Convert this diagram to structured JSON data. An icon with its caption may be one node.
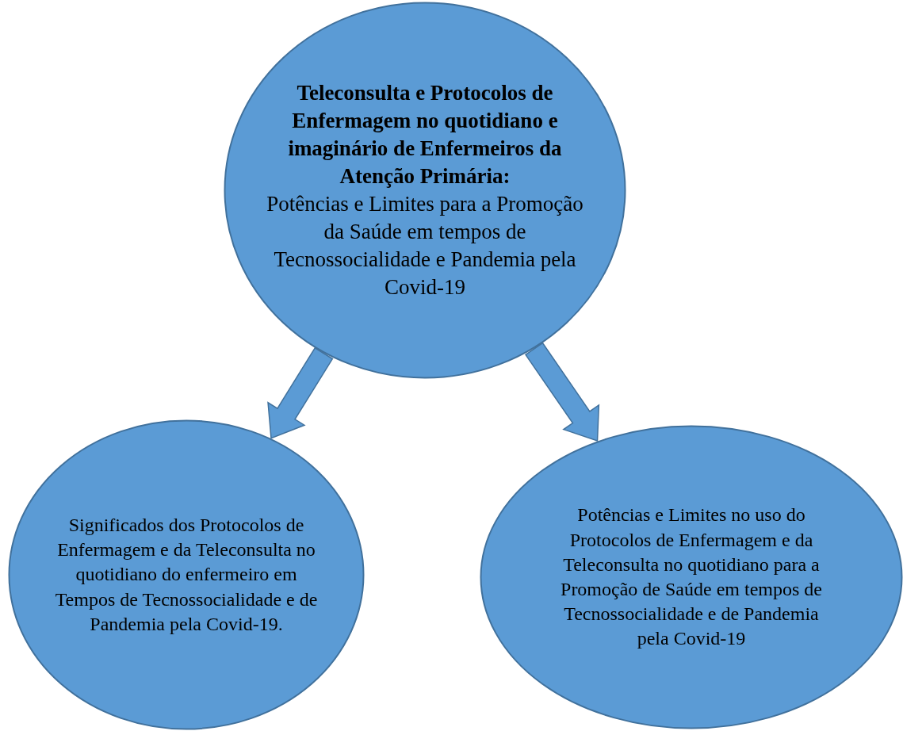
{
  "diagram": {
    "nodes": [
      {
        "text": [
          "Teleconsulta e Protocolos de Enfermagem no quotidiano e imaginário de Enfermeiros da Atenção Primária:",
          "Potências e Limites para a Promoção da Saúde em tempos de Tecnossocialidade e Pandemia pela Covid-19"
        ]
      },
      {
        "text": [
          "Significados dos Protocolos de Enfermagem e da Teleconsulta no quotidiano do enfermeiro em Tempos de Tecnossocialidade e de Pandemia pela Covid-19."
        ]
      },
      {
        "text": [
          "Potências e Limites no uso do Protocolos de Enfermagem e da Teleconsulta no quotidiano para a Promoção de Saúde em tempos de Tecnossocialidade e de Pandemia pela Covid-19"
        ]
      }
    ],
    "edges": [
      {
        "from": 0,
        "to": 1,
        "arrow": "to",
        "style": "thick"
      },
      {
        "from": 0,
        "to": 2,
        "arrow": "to",
        "style": "thick"
      }
    ]
  }
}
